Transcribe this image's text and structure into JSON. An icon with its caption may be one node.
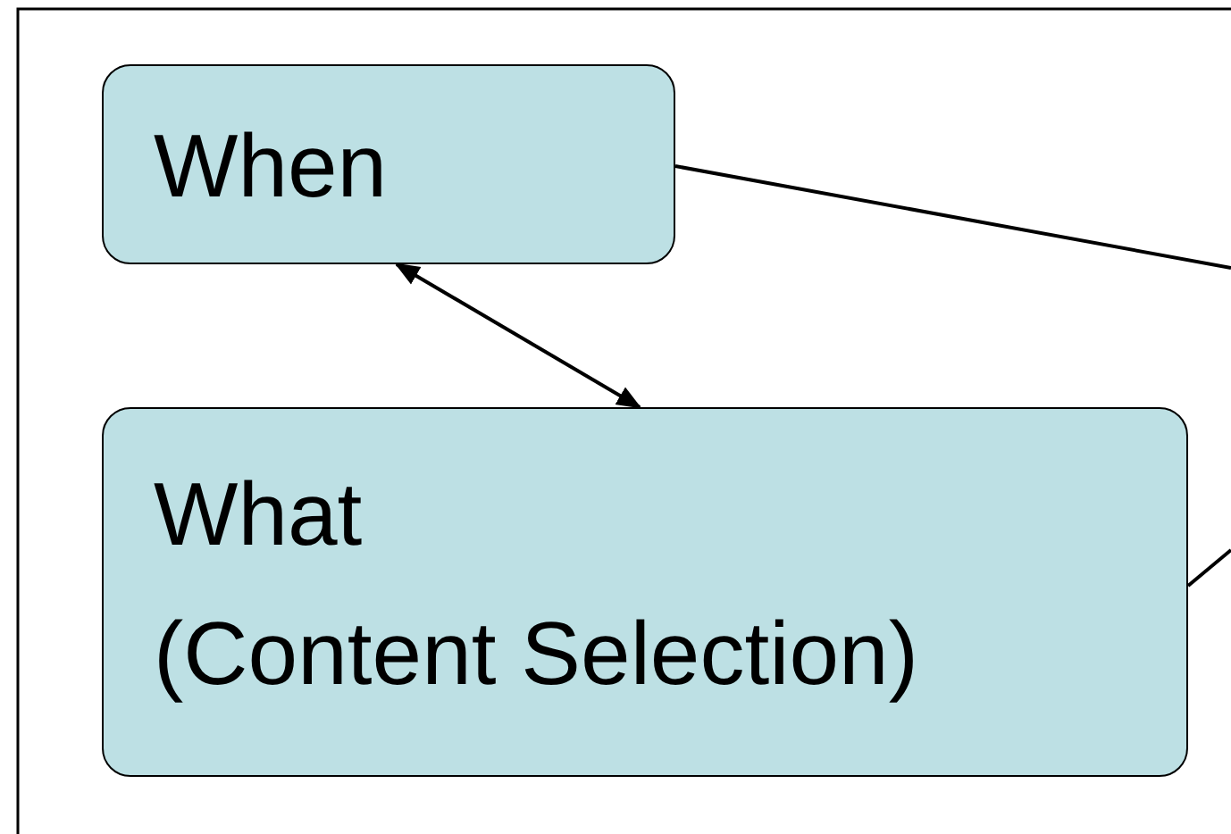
{
  "diagram": {
    "nodes": [
      {
        "text": [
          "When"
        ]
      },
      {
        "text": [
          "What",
          "(Content Selection)"
        ]
      }
    ],
    "edges": [
      {
        "from": 0,
        "to": null,
        "arrow": "none"
      },
      {
        "from": 1,
        "to": null,
        "arrow": "none"
      },
      {
        "from": 0,
        "to": 1,
        "arrow": "both"
      }
    ]
  }
}
